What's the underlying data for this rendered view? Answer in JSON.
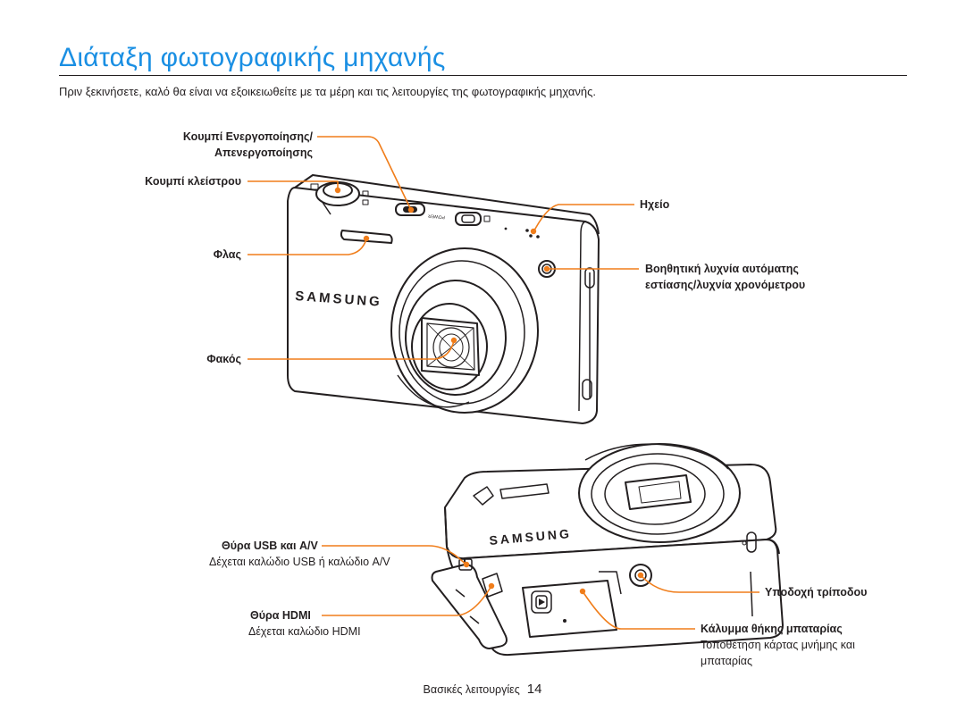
{
  "page": {
    "title": "Διάταξη φωτογραφικής μηχανής",
    "intro": "Πριν ξεκινήσετε, καλό θα είναι να εξοικειωθείτε με τα μέρη και τις λειτουργίες της φωτογραφικής μηχανής."
  },
  "front_labels": {
    "power_button_line1": "Κουμπί Ενεργοποίησης/",
    "power_button_line2": "Απενεργοποίησης",
    "shutter_button": "Κουμπί κλείστρου",
    "flash": "Φλας",
    "lens": "Φακός",
    "speaker": "Ηχείο",
    "af_lamp_line1": "Βοηθητική λυχνία αυτόματης",
    "af_lamp_line2": "εστίασης/λυχνία χρονόμετρου"
  },
  "bottom_labels": {
    "usb_port": "Θύρα USB και A/V",
    "usb_port_desc": "Δέχεται καλώδιο USB ή καλώδιο A/V",
    "hdmi_port": "Θύρα HDMI",
    "hdmi_port_desc": "Δέχεται καλώδιο HDMI",
    "tripod_mount": "Υποδοχή τρίποδου",
    "battery_cover": "Κάλυμμα θήκης μπαταρίας",
    "battery_cover_desc_line1": "Τοποθέτηση κάρτας μνήμης και",
    "battery_cover_desc_line2": "μπαταρίας"
  },
  "camera_text": {
    "brand": "SAMSUNG",
    "power_label": "POWER"
  },
  "footer": {
    "section": "Βασικές λειτουργίες",
    "page_number": "14"
  },
  "colors": {
    "title_blue": "#1a8fe3",
    "callout_orange": "#f07d1a"
  }
}
